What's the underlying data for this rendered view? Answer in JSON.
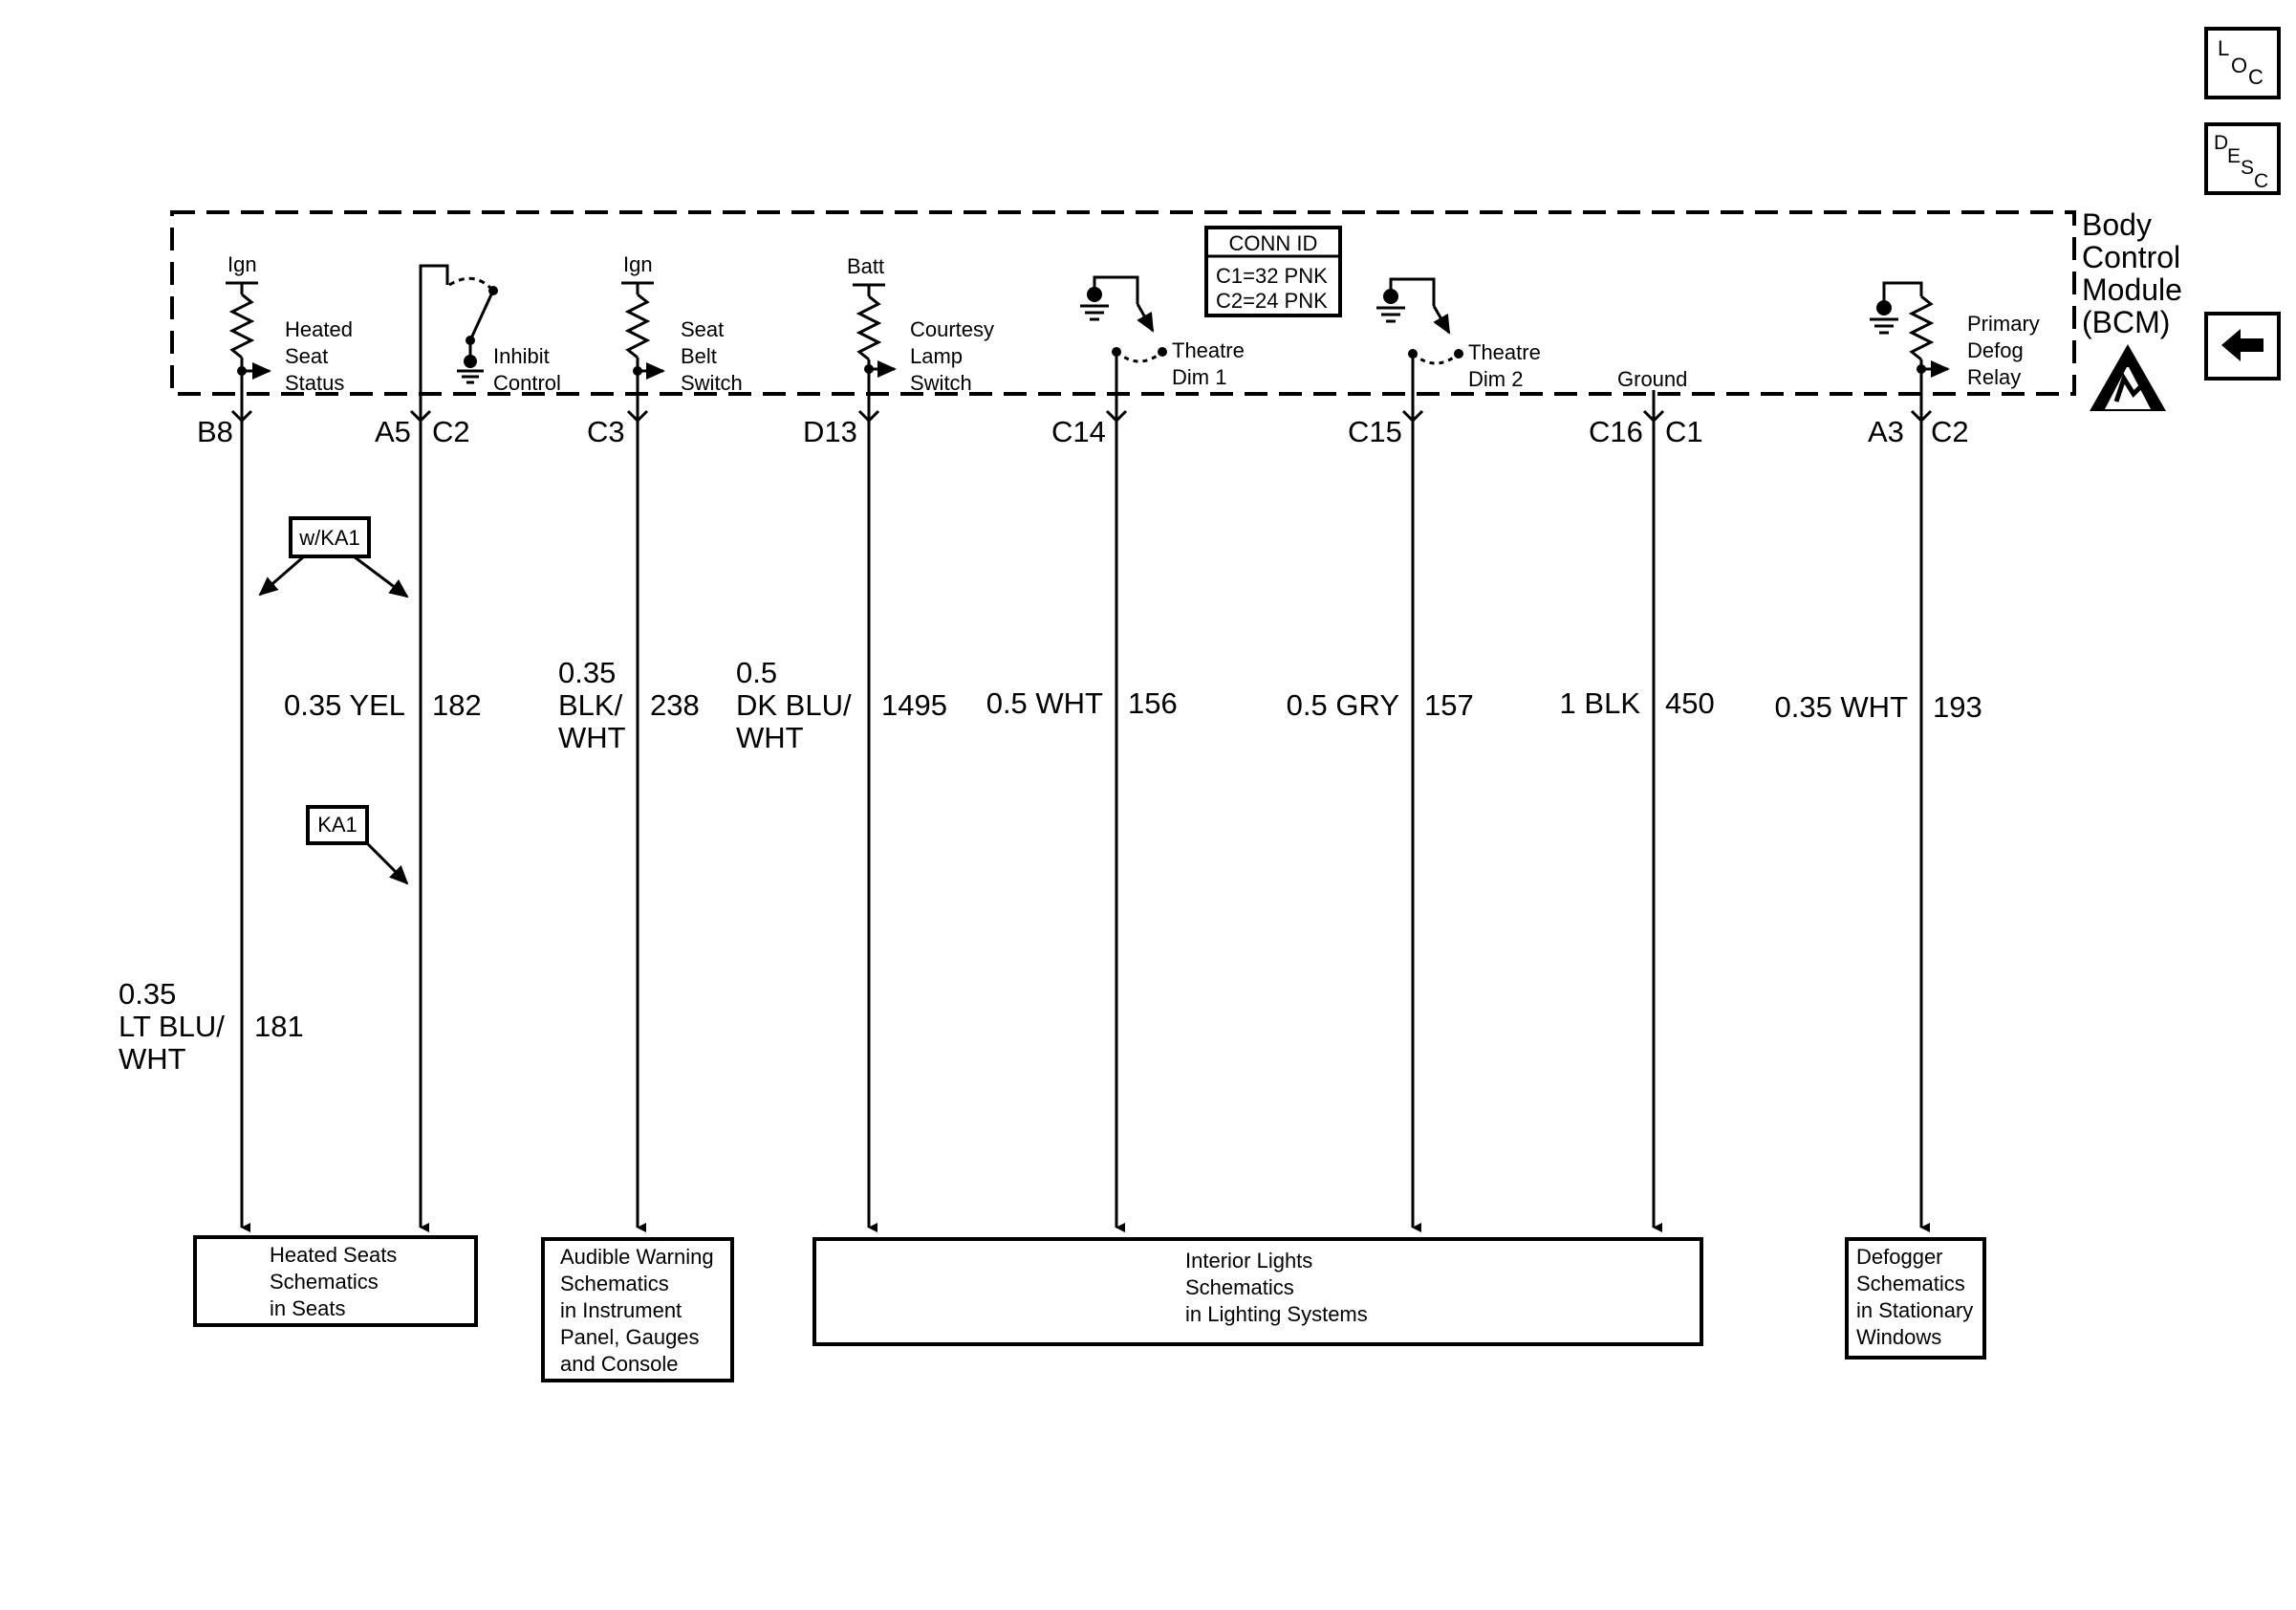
{
  "nav": {
    "loc": {
      "l": "L",
      "o": "O",
      "c": "C"
    },
    "desc": {
      "d": "D",
      "e": "E",
      "s": "S",
      "c": "C"
    }
  },
  "module": {
    "title_lines": [
      "Body",
      "Control",
      "Module",
      "(BCM)"
    ],
    "conn_id": {
      "header": "CONN ID",
      "lines": [
        "C1=32 PNK",
        "C2=24 PNK"
      ]
    }
  },
  "internal": {
    "heated_seat": {
      "supply": "Ign",
      "lines": [
        "Heated",
        "Seat",
        "Status"
      ]
    },
    "inhibit": {
      "lines": [
        "Inhibit",
        "Control"
      ]
    },
    "seat_belt": {
      "supply": "Ign",
      "lines": [
        "Seat",
        "Belt",
        "Switch"
      ]
    },
    "courtesy": {
      "supply": "Batt",
      "lines": [
        "Courtesy",
        "Lamp",
        "Switch"
      ]
    },
    "theatre1": {
      "lines": [
        "Theatre",
        "Dim 1"
      ]
    },
    "theatre2": {
      "lines": [
        "Theatre",
        "Dim 2"
      ]
    },
    "ground": "Ground",
    "defog": {
      "lines": [
        "Primary",
        "Defog",
        "Relay"
      ]
    }
  },
  "pins": {
    "b8": "B8",
    "a5": "A5",
    "c2a": "C2",
    "c3": "C3",
    "d13": "D13",
    "c14": "C14",
    "c15": "C15",
    "c16": "C16",
    "c1": "C1",
    "a3": "A3",
    "c2b": "C2"
  },
  "options": {
    "w_ka1": "w/KA1",
    "ka1": "KA1"
  },
  "wires": {
    "w181": {
      "size": "0.35",
      "color_lines": [
        "LT BLU/",
        "WHT"
      ],
      "circuit": "181"
    },
    "w182": {
      "label": "0.35 YEL",
      "circuit": "182"
    },
    "w238": {
      "size": "0.35",
      "color_lines": [
        "BLK/",
        "WHT"
      ],
      "circuit": "238"
    },
    "w1495": {
      "size": "0.5",
      "color_lines": [
        "DK BLU/",
        "WHT"
      ],
      "circuit": "1495"
    },
    "w156": {
      "label": "0.5 WHT",
      "circuit": "156"
    },
    "w157": {
      "label": "0.5 GRY",
      "circuit": "157"
    },
    "w450": {
      "label": "1 BLK",
      "circuit": "450"
    },
    "w193": {
      "label": "0.35 WHT",
      "circuit": "193"
    }
  },
  "destinations": {
    "heated_seats": [
      "Heated Seats",
      "Schematics",
      "in Seats"
    ],
    "audible_warning": [
      "Audible Warning",
      "Schematics",
      "in Instrument",
      "Panel, Gauges",
      "and Console"
    ],
    "interior_lights": [
      "Interior Lights",
      "Schematics",
      "in Lighting Systems"
    ],
    "defogger": [
      "Defogger",
      "Schematics",
      "in Stationary",
      "Windows"
    ]
  }
}
